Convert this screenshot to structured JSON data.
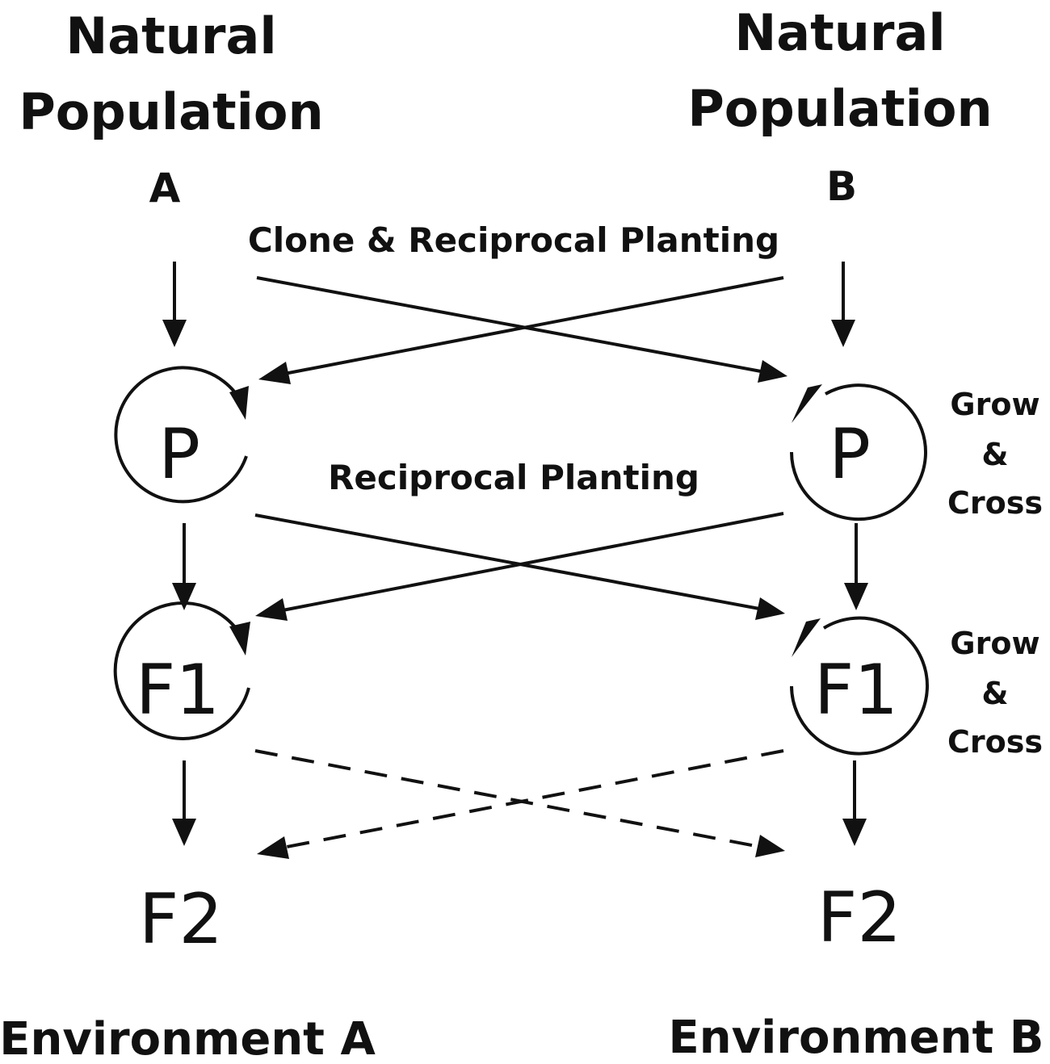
{
  "populations": {
    "a": {
      "title_line1": "Natural",
      "title_line2": "Population",
      "letter": "A"
    },
    "b": {
      "title_line1": "Natural",
      "title_line2": "Population",
      "letter": "B"
    }
  },
  "transfers": {
    "clone_planting": "Clone & Reciprocal Planting",
    "reciprocal_planting": "Reciprocal Planting"
  },
  "nodes": {
    "p": "P",
    "f1": "F1",
    "f2": "F2"
  },
  "side_notes": {
    "grow_p": [
      "Grow",
      "&",
      "Cross"
    ],
    "grow_f1": [
      "Grow",
      "&",
      "Cross"
    ]
  },
  "environments": {
    "a": "Environment A",
    "b": "Environment B"
  },
  "colors": {
    "ink": "#111111",
    "background": "#ffffff"
  }
}
